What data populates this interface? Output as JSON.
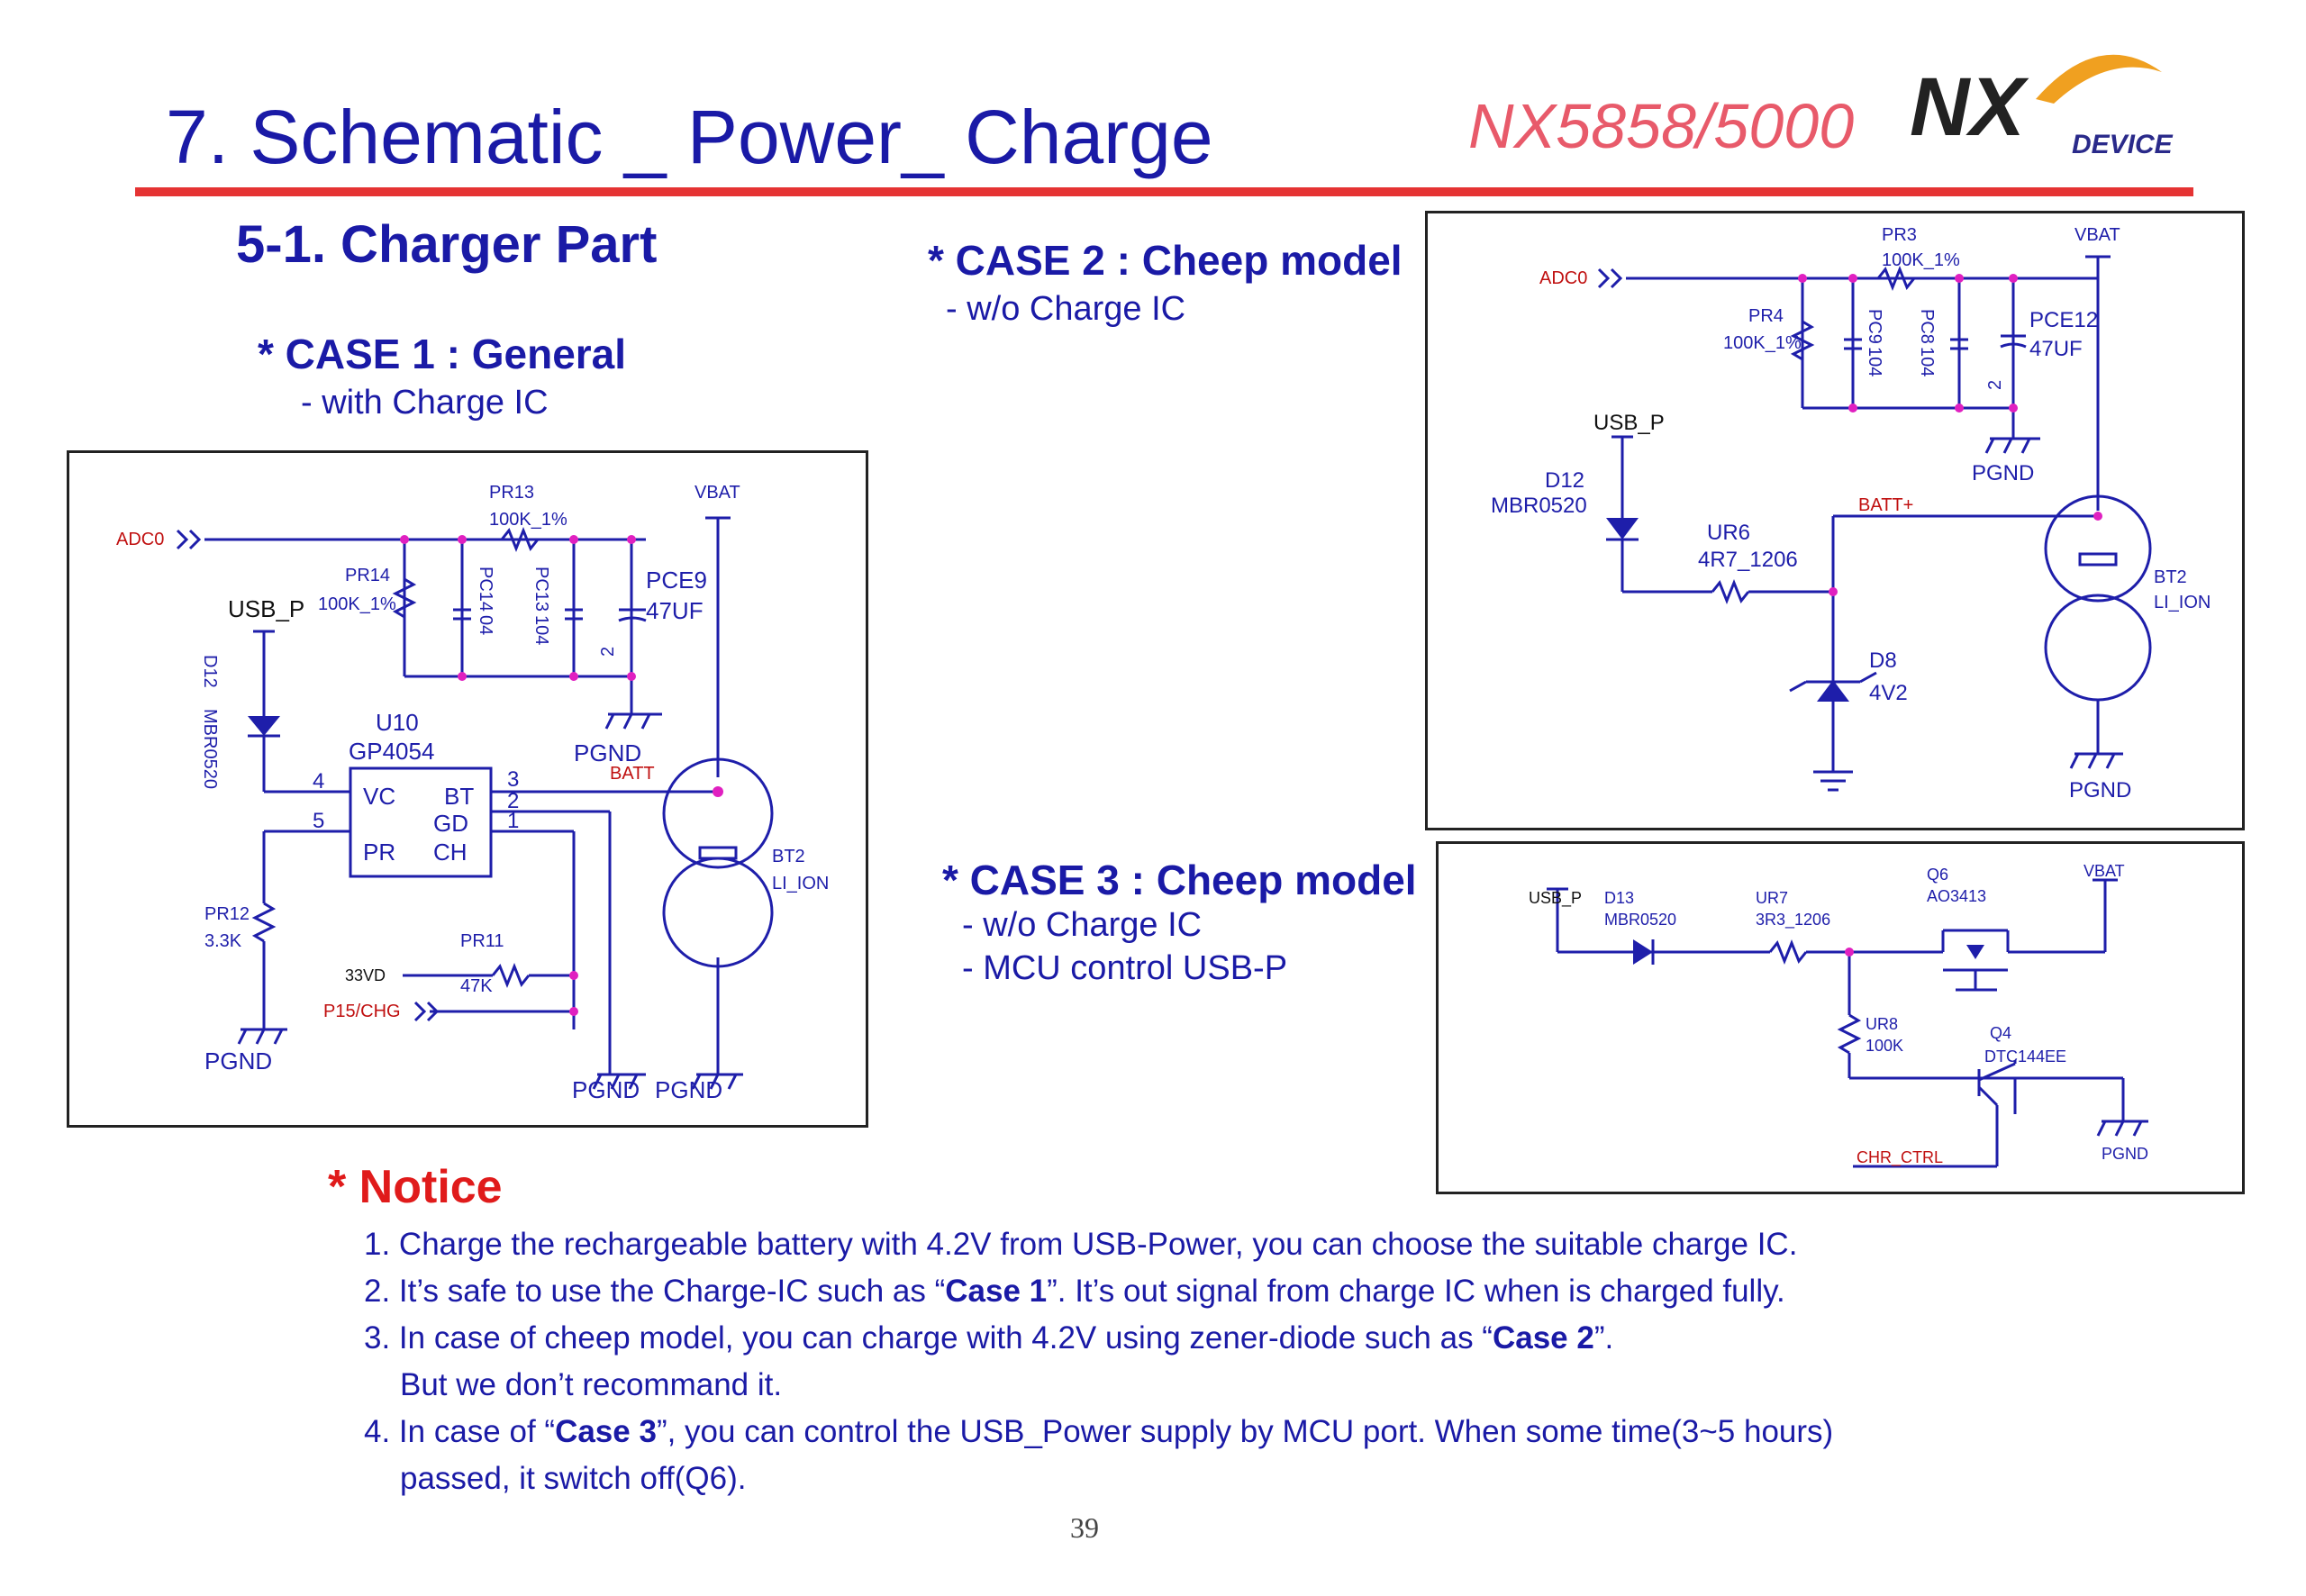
{
  "header": {
    "title": "7. Schematic _ Power_ Charge",
    "model": "NX5858/5000",
    "logo_text": "NX",
    "logo_sub": "DEVICE"
  },
  "section_title": "5-1. Charger Part",
  "case1": {
    "title": "* CASE 1 : General",
    "sub": "- with Charge IC",
    "labels": {
      "adc": "ADC0",
      "pr13": "PR13",
      "pr13_val": "100K_1%",
      "vbat": "VBAT",
      "pr14": "PR14",
      "pr14_val": "100K_1%",
      "pc14": "PC14",
      "pc14_val": "04",
      "pc13": "PC13",
      "pc13_val": "104",
      "pce": "PCE9",
      "pce_val": "47UF",
      "usbp": "USB_P",
      "d12": "D12",
      "d12_part": "MBR0520",
      "u10": "U10",
      "u10_part": "GP4054",
      "pgnd": "PGND",
      "vc": "VC",
      "bt": "BT",
      "gd": "GD",
      "pr": "PR",
      "ch": "CH",
      "pin4": "4",
      "pin5": "5",
      "pin3": "3",
      "pin2": "2",
      "pin1": "1",
      "cap_pin2": "2",
      "batt": "BATT",
      "bt2": "BT2",
      "liion": "LI_ION",
      "pr12": "PR12",
      "pr12_val": "3.3K",
      "v33": "33VD",
      "pr11": "PR11",
      "pr11_val": "47K",
      "p15": "P15/CHG"
    }
  },
  "case2": {
    "title": "* CASE 2 : Cheep model",
    "sub": "- w/o Charge IC",
    "labels": {
      "adc": "ADC0",
      "pr3": "PR3",
      "pr3_val": "100K_1%",
      "vbat": "VBAT",
      "pr4": "PR4",
      "pr4_val": "100K_1%",
      "pc9": "PC9",
      "pc9_val": "104",
      "pc8": "PC8",
      "pc8_val": "104",
      "pce": "PCE12",
      "pce_val": "47UF",
      "usbp": "USB_P",
      "d12": "D12",
      "d12_part": "MBR0520",
      "pgnd": "PGND",
      "batt": "BATT+",
      "ur6": "UR6",
      "ur6_val": "4R7_1206",
      "bt2": "BT2",
      "liion": "LI_ION",
      "d8": "D8",
      "d8_val": "4V2",
      "cap_pin2": "2"
    }
  },
  "case3": {
    "title": "* CASE 3 : Cheep model",
    "sub1": "- w/o Charge IC",
    "sub2": "- MCU control USB-P",
    "labels": {
      "usbp": "USB_P",
      "d13": "D13",
      "d13_part": "MBR0520",
      "ur7": "UR7",
      "ur7_val": "3R3_1206",
      "q6": "Q6",
      "q6_part": "AO3413",
      "vbat": "VBAT",
      "ur8": "UR8",
      "ur8_val": "100K",
      "q4": "Q4",
      "q4_part": "DTC144EE",
      "chr": "CHR_CTRL",
      "pgnd": "PGND"
    }
  },
  "notice": {
    "title": "* Notice",
    "items": [
      {
        "pre": "1. Charge the rechargeable battery with 4.2V from USB-Power, you can choose the suitable charge IC.",
        "bold": "",
        "post": ""
      },
      {
        "pre": "2. It’s safe to use the Charge-IC such as  “",
        "bold": "Case 1",
        "post": "”.  It’s out signal from charge IC when is charged fully."
      },
      {
        "pre": "3. In case of cheep model, you can charge with 4.2V using zener-diode such as “",
        "bold": "Case 2",
        "post": "”."
      },
      {
        "pre": "But we don’t recommand it.",
        "bold": "",
        "post": ""
      },
      {
        "pre": "4. In case of “",
        "bold": "Case 3",
        "post": "”, you can control the USB_Power supply by MCU port. When some time(3~5 hours)"
      },
      {
        "pre": "passed, it switch off(Q6).",
        "bold": "",
        "post": ""
      }
    ]
  },
  "page_number": "39",
  "colors": {
    "wire": "#1e1eaa",
    "net": "#b01010",
    "node": "#e020c0",
    "title": "#1a1aa6",
    "accent": "#e53333"
  }
}
